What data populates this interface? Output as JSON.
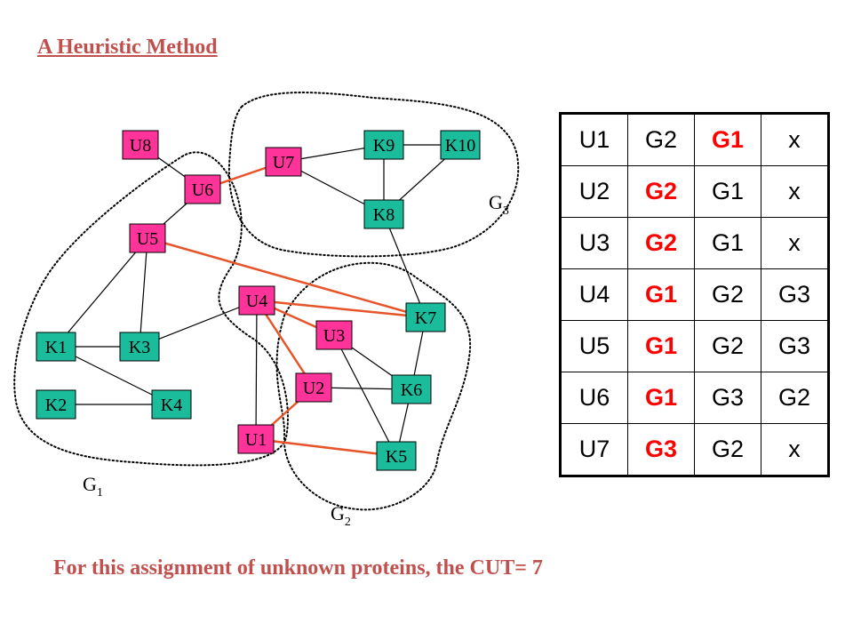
{
  "title": "A Heuristic Method",
  "footer": "For this assignment of unknown proteins, the CUT= 7",
  "colors": {
    "unknown_node": "#ff3399",
    "known_node": "#1abc9c",
    "cut_edge": "#e8542a",
    "normal_edge": "#000000",
    "highlight_text": "#ff0000",
    "title_text": "#c0504d"
  },
  "groups": [
    {
      "id": "G1",
      "base": "G",
      "sub": "1"
    },
    {
      "id": "G2",
      "base": "G",
      "sub": "2"
    },
    {
      "id": "G3",
      "base": "G",
      "sub": "3"
    }
  ],
  "nodes": [
    {
      "id": "U8",
      "label": "U8",
      "kind": "unknown"
    },
    {
      "id": "U6",
      "label": "U6",
      "kind": "unknown"
    },
    {
      "id": "U5",
      "label": "U5",
      "kind": "unknown"
    },
    {
      "id": "U7",
      "label": "U7",
      "kind": "unknown"
    },
    {
      "id": "U4",
      "label": "U4",
      "kind": "unknown"
    },
    {
      "id": "U3",
      "label": "U3",
      "kind": "unknown"
    },
    {
      "id": "U2",
      "label": "U2",
      "kind": "unknown"
    },
    {
      "id": "U1",
      "label": "U1",
      "kind": "unknown"
    },
    {
      "id": "K9",
      "label": "K9",
      "kind": "known"
    },
    {
      "id": "K10",
      "label": "K10",
      "kind": "known"
    },
    {
      "id": "K8",
      "label": "K8",
      "kind": "known"
    },
    {
      "id": "K7",
      "label": "K7",
      "kind": "known"
    },
    {
      "id": "K6",
      "label": "K6",
      "kind": "known"
    },
    {
      "id": "K5",
      "label": "K5",
      "kind": "known"
    },
    {
      "id": "K1",
      "label": "K1",
      "kind": "known"
    },
    {
      "id": "K3",
      "label": "K3",
      "kind": "known"
    },
    {
      "id": "K2",
      "label": "K2",
      "kind": "known"
    },
    {
      "id": "K4",
      "label": "K4",
      "kind": "known"
    }
  ],
  "edges": [
    {
      "from": "U8",
      "to": "U6",
      "cut": false
    },
    {
      "from": "U6",
      "to": "U5",
      "cut": false
    },
    {
      "from": "U6",
      "to": "U7",
      "cut": true
    },
    {
      "from": "U5",
      "to": "K1",
      "cut": false
    },
    {
      "from": "U5",
      "to": "K3",
      "cut": false
    },
    {
      "from": "U5",
      "to": "K7",
      "cut": true
    },
    {
      "from": "U7",
      "to": "K9",
      "cut": false
    },
    {
      "from": "U7",
      "to": "K8",
      "cut": false
    },
    {
      "from": "K9",
      "to": "K10",
      "cut": false
    },
    {
      "from": "K9",
      "to": "K8",
      "cut": false
    },
    {
      "from": "K10",
      "to": "K8",
      "cut": false
    },
    {
      "from": "K8",
      "to": "K7",
      "cut": false
    },
    {
      "from": "K1",
      "to": "K3",
      "cut": false
    },
    {
      "from": "K1",
      "to": "K4",
      "cut": false
    },
    {
      "from": "K2",
      "to": "K4",
      "cut": false
    },
    {
      "from": "K3",
      "to": "U4",
      "cut": false
    },
    {
      "from": "U4",
      "to": "K7",
      "cut": true
    },
    {
      "from": "U4",
      "to": "U3",
      "cut": true
    },
    {
      "from": "U4",
      "to": "U2",
      "cut": true
    },
    {
      "from": "U4",
      "to": "U1",
      "cut": false
    },
    {
      "from": "U1",
      "to": "U2",
      "cut": true
    },
    {
      "from": "U1",
      "to": "K5",
      "cut": true
    },
    {
      "from": "U2",
      "to": "K6",
      "cut": false
    },
    {
      "from": "U3",
      "to": "K6",
      "cut": false
    },
    {
      "from": "U3",
      "to": "K5",
      "cut": false
    },
    {
      "from": "K7",
      "to": "K6",
      "cut": false
    },
    {
      "from": "K6",
      "to": "K5",
      "cut": false
    }
  ],
  "table": {
    "rows": [
      {
        "cells": [
          "U1",
          "G2",
          "G1",
          "x"
        ],
        "highlight": 2
      },
      {
        "cells": [
          "U2",
          "G2",
          "G1",
          "x"
        ],
        "highlight": 1
      },
      {
        "cells": [
          "U3",
          "G2",
          "G1",
          "x"
        ],
        "highlight": 1
      },
      {
        "cells": [
          "U4",
          "G1",
          "G2",
          "G3"
        ],
        "highlight": 1
      },
      {
        "cells": [
          "U5",
          "G1",
          "G2",
          "G3"
        ],
        "highlight": 1
      },
      {
        "cells": [
          "U6",
          "G1",
          "G3",
          "G2"
        ],
        "highlight": 1
      },
      {
        "cells": [
          "U7",
          "G3",
          "G2",
          "x"
        ],
        "highlight": 1
      }
    ]
  }
}
